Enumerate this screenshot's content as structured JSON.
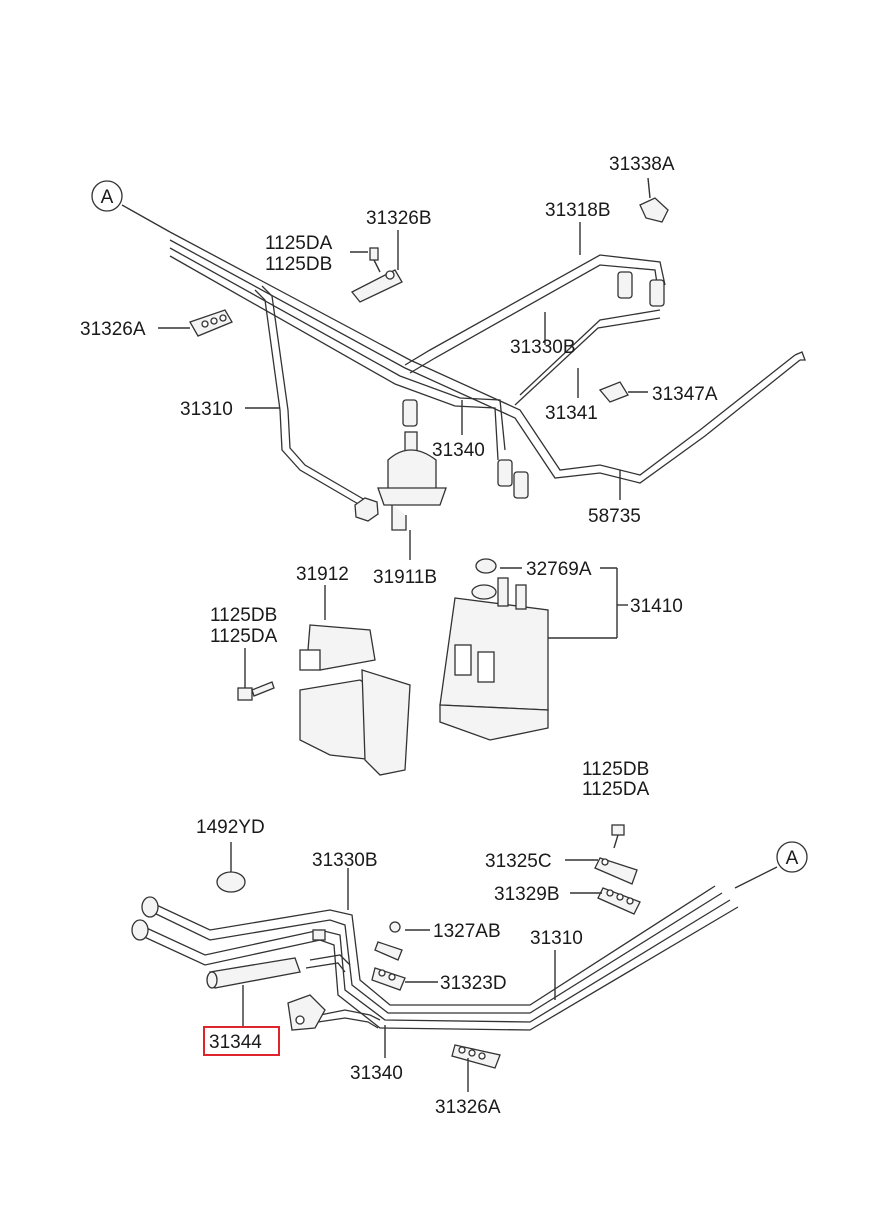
{
  "callouts": {
    "ref_a_top": "A",
    "ref_a_bottom": "A",
    "c31338A": "31338A",
    "c31318B": "31318B",
    "c31326B": "31326B",
    "c1125DA_top": "1125DA",
    "c1125DB_top": "1125DB",
    "c31326A_top": "31326A",
    "c31330B_top": "31330B",
    "c31341": "31341",
    "c31347A": "31347A",
    "c31310_top": "31310",
    "c31340_top": "31340",
    "c58735": "58735",
    "c31911B": "31911B",
    "c31912": "31912",
    "c32769A": "32769A",
    "c31410": "31410",
    "c1125DB_mid": "1125DB",
    "c1125DA_mid": "1125DA",
    "c1125DB_low": "1125DB",
    "c1125DA_low": "1125DA",
    "c1492YD": "1492YD",
    "c31330B_bottom": "31330B",
    "c31325C": "31325C",
    "c31329B": "31329B",
    "c1327AB": "1327AB",
    "c31310_bottom": "31310",
    "c31323D": "31323D",
    "c31344": "31344",
    "c31340_bottom": "31340",
    "c31326A_bottom": "31326A"
  },
  "highlight": {
    "part": "31344",
    "color": "#e0242c"
  }
}
